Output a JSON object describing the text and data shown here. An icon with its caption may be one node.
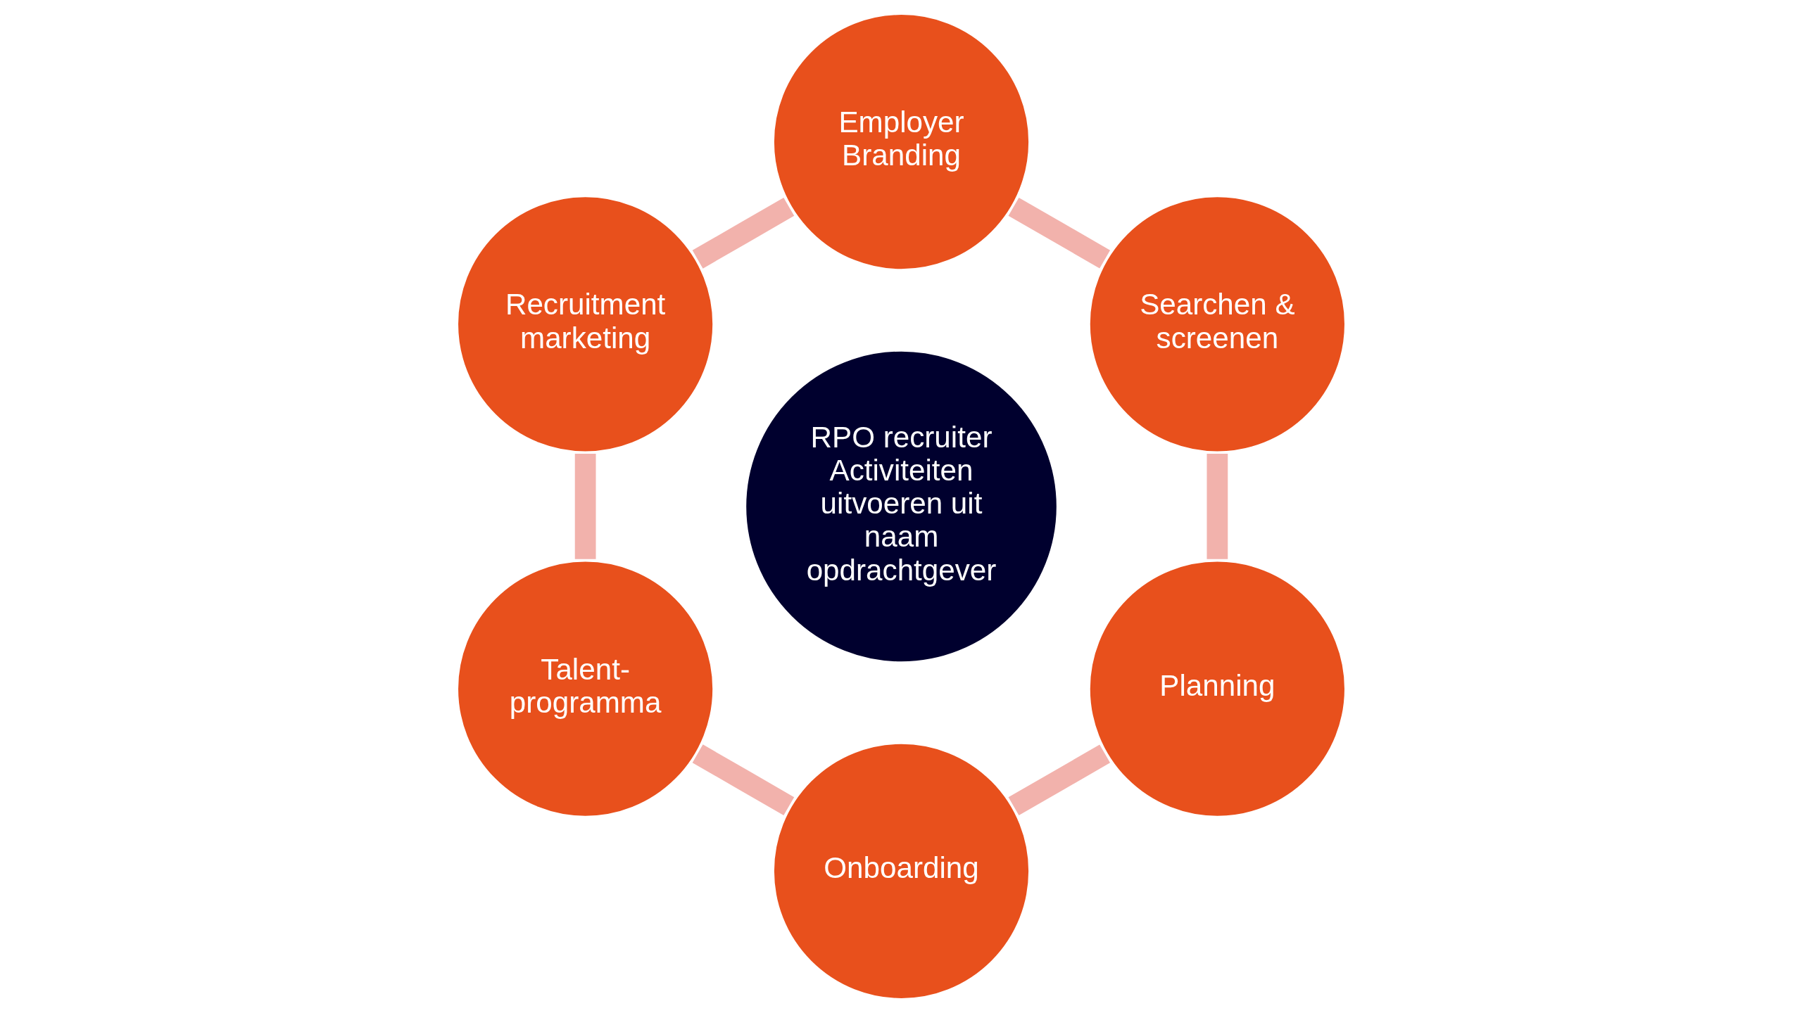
{
  "diagram": {
    "nodes": [
      {
        "text": [
          "Employer Branding"
        ]
      },
      {
        "text": [
          "Recruitment marketing"
        ]
      },
      {
        "text": [
          "Searchen & screenen"
        ]
      },
      {
        "text": [
          "RPO recruiter Activiteiten uitvoeren uit naam opdrachtgever"
        ]
      },
      {
        "text": [
          "Talent- programma"
        ]
      },
      {
        "text": [
          "Planning"
        ]
      },
      {
        "text": [
          "Onboarding"
        ]
      }
    ],
    "edges": [
      {
        "from": 0,
        "to": 2,
        "arrow": "none",
        "color": "#f2b2ac"
      },
      {
        "from": 2,
        "to": 5,
        "arrow": "none",
        "color": "#f2b2ac"
      },
      {
        "from": 6,
        "to": 5,
        "arrow": "none",
        "color": "#f2b2ac"
      },
      {
        "from": 4,
        "to": 6,
        "arrow": "none",
        "color": "#f2b2ac"
      },
      {
        "from": 1,
        "to": 4,
        "arrow": "none",
        "color": "#f2b2ac"
      },
      {
        "from": 1,
        "to": 0,
        "arrow": "none",
        "color": "#f2b2ac"
      }
    ]
  }
}
